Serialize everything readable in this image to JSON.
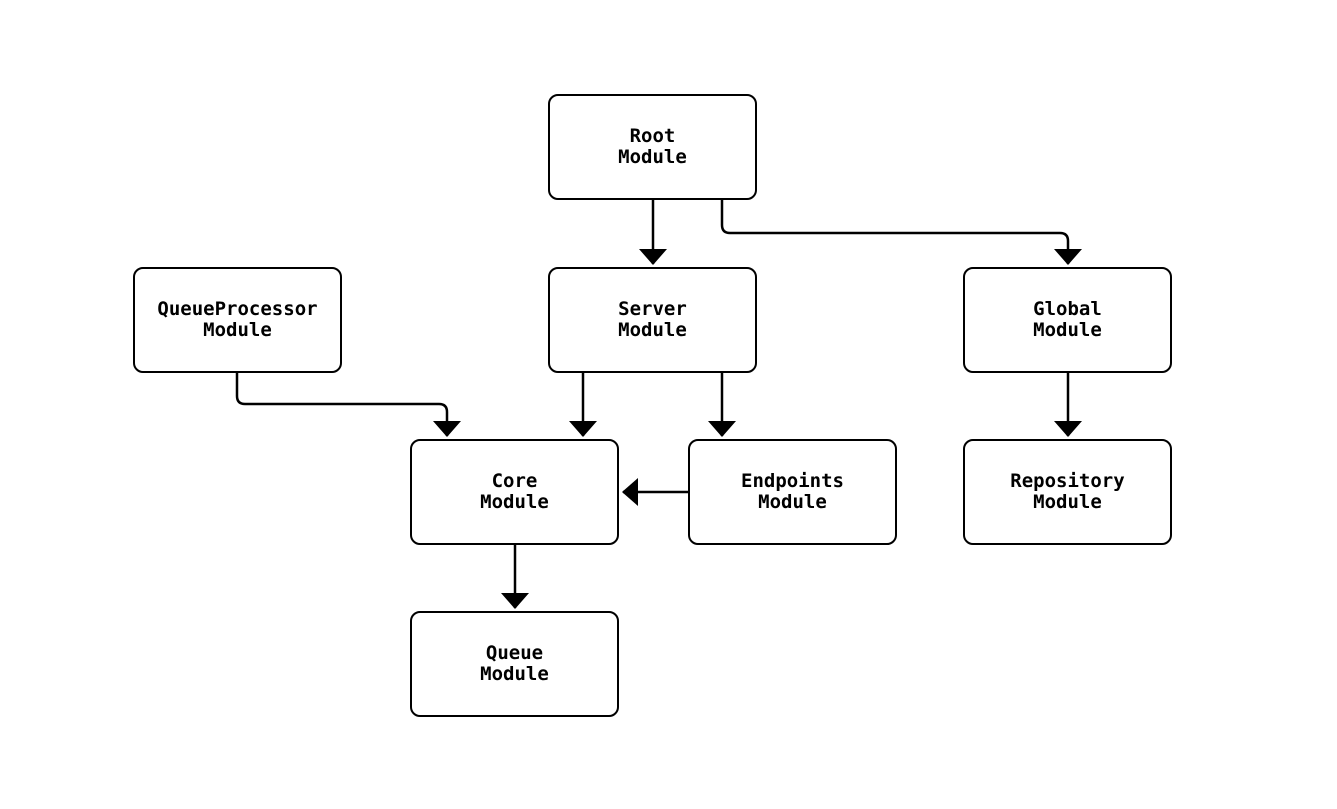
{
  "diagram": {
    "type": "flowchart",
    "background_color": "#ffffff",
    "node_fill_color": "#ffffff",
    "node_border_color": "#000000",
    "edge_color": "#000000",
    "text_color": "#000000",
    "nodes": {
      "root": {
        "line1": "Root",
        "line2": "Module",
        "label": "Root Module"
      },
      "queueprocessor": {
        "line1": "QueueProcessor",
        "line2": "Module",
        "label": "QueueProcessor Module"
      },
      "server": {
        "line1": "Server",
        "line2": "Module",
        "label": "Server Module"
      },
      "global": {
        "line1": "Global",
        "line2": "Module",
        "label": "Global Module"
      },
      "core": {
        "line1": "Core",
        "line2": "Module",
        "label": "Core Module"
      },
      "endpoints": {
        "line1": "Endpoints",
        "line2": "Module",
        "label": "Endpoints Module"
      },
      "repository": {
        "line1": "Repository",
        "line2": "Module",
        "label": "Repository Module"
      },
      "queue": {
        "line1": "Queue",
        "line2": "Module",
        "label": "Queue Module"
      }
    },
    "edges": [
      {
        "from": "Root Module",
        "to": "Server Module"
      },
      {
        "from": "Root Module",
        "to": "Global Module"
      },
      {
        "from": "QueueProcessor Module",
        "to": "Core Module"
      },
      {
        "from": "Server Module",
        "to": "Core Module"
      },
      {
        "from": "Server Module",
        "to": "Endpoints Module"
      },
      {
        "from": "Endpoints Module",
        "to": "Core Module"
      },
      {
        "from": "Global Module",
        "to": "Repository Module"
      },
      {
        "from": "Core Module",
        "to": "Queue Module"
      }
    ]
  }
}
